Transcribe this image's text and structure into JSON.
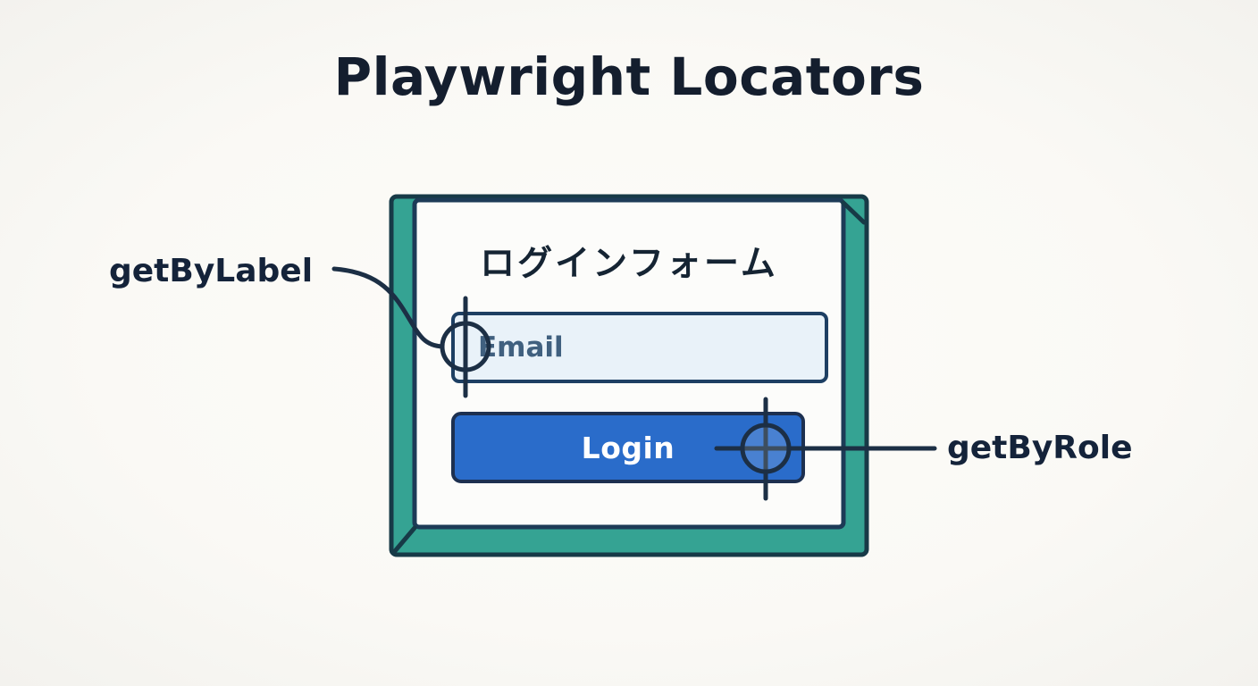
{
  "title": "Playwright Locators",
  "form": {
    "title": "ログインフォーム",
    "email_placeholder": "Email",
    "login_label": "Login"
  },
  "annotations": {
    "left_label": "getByLabel",
    "right_label": "getByRole"
  },
  "colors": {
    "background": "#faf9f5",
    "ink": "#14233a",
    "card_teal": "#35a393",
    "card_outline": "#173a47",
    "panel_fill": "#fcfcfa",
    "field_fill": "#e9f2f9",
    "field_border": "#1d3f63",
    "field_text": "#40607f",
    "button_blue": "#2a6cca",
    "button_border": "#1d3050",
    "button_text": "#ffffff"
  }
}
